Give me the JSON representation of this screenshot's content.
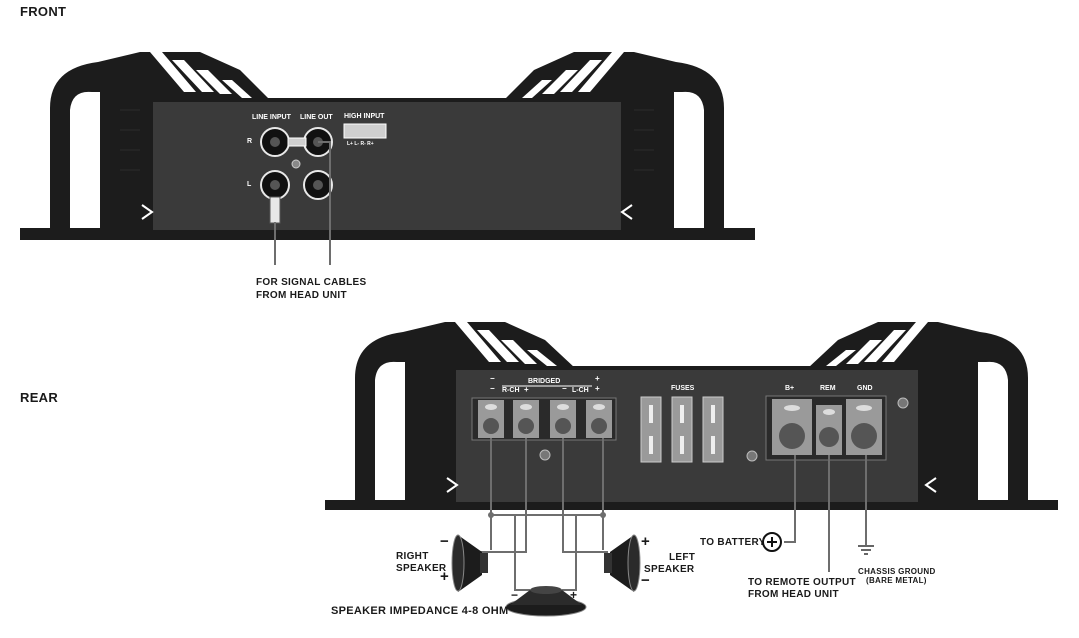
{
  "sections": {
    "front": "FRONT",
    "rear": "REAR"
  },
  "front_panel": {
    "line_input": "LINE INPUT",
    "line_out": "LINE OUT",
    "high_input": "HIGH INPUT",
    "high_input_pins": "L+ L- R- R+",
    "r": "R",
    "l": "L"
  },
  "callouts": {
    "signal_line1": "FOR SIGNAL CABLES",
    "signal_line2": "FROM HEAD UNIT",
    "right_speaker_1": "RIGHT",
    "right_speaker_2": "SPEAKER",
    "left_speaker_1": "LEFT",
    "left_speaker_2": "SPEAKER",
    "impedance": "SPEAKER IMPEDANCE 4-8 OHM",
    "battery": "TO BATTERY",
    "remote_1": "TO REMOTE OUTPUT",
    "remote_2": "FROM HEAD UNIT",
    "ground_1": "CHASSIS GROUND",
    "ground_2": "(BARE METAL)"
  },
  "rear_panel": {
    "bridged": "BRIDGED",
    "rch": "R-CH",
    "lch": "L-CH",
    "fuses": "FUSES",
    "b_plus": "B+",
    "rem": "REM",
    "gnd": "GND"
  },
  "polarity": {
    "plus": "+",
    "minus": "−"
  },
  "colors": {
    "body": "#1c1c1c",
    "panel": "#3a3a3a",
    "terminal": "#9a9a9a",
    "wire": "#6e6e6e"
  }
}
